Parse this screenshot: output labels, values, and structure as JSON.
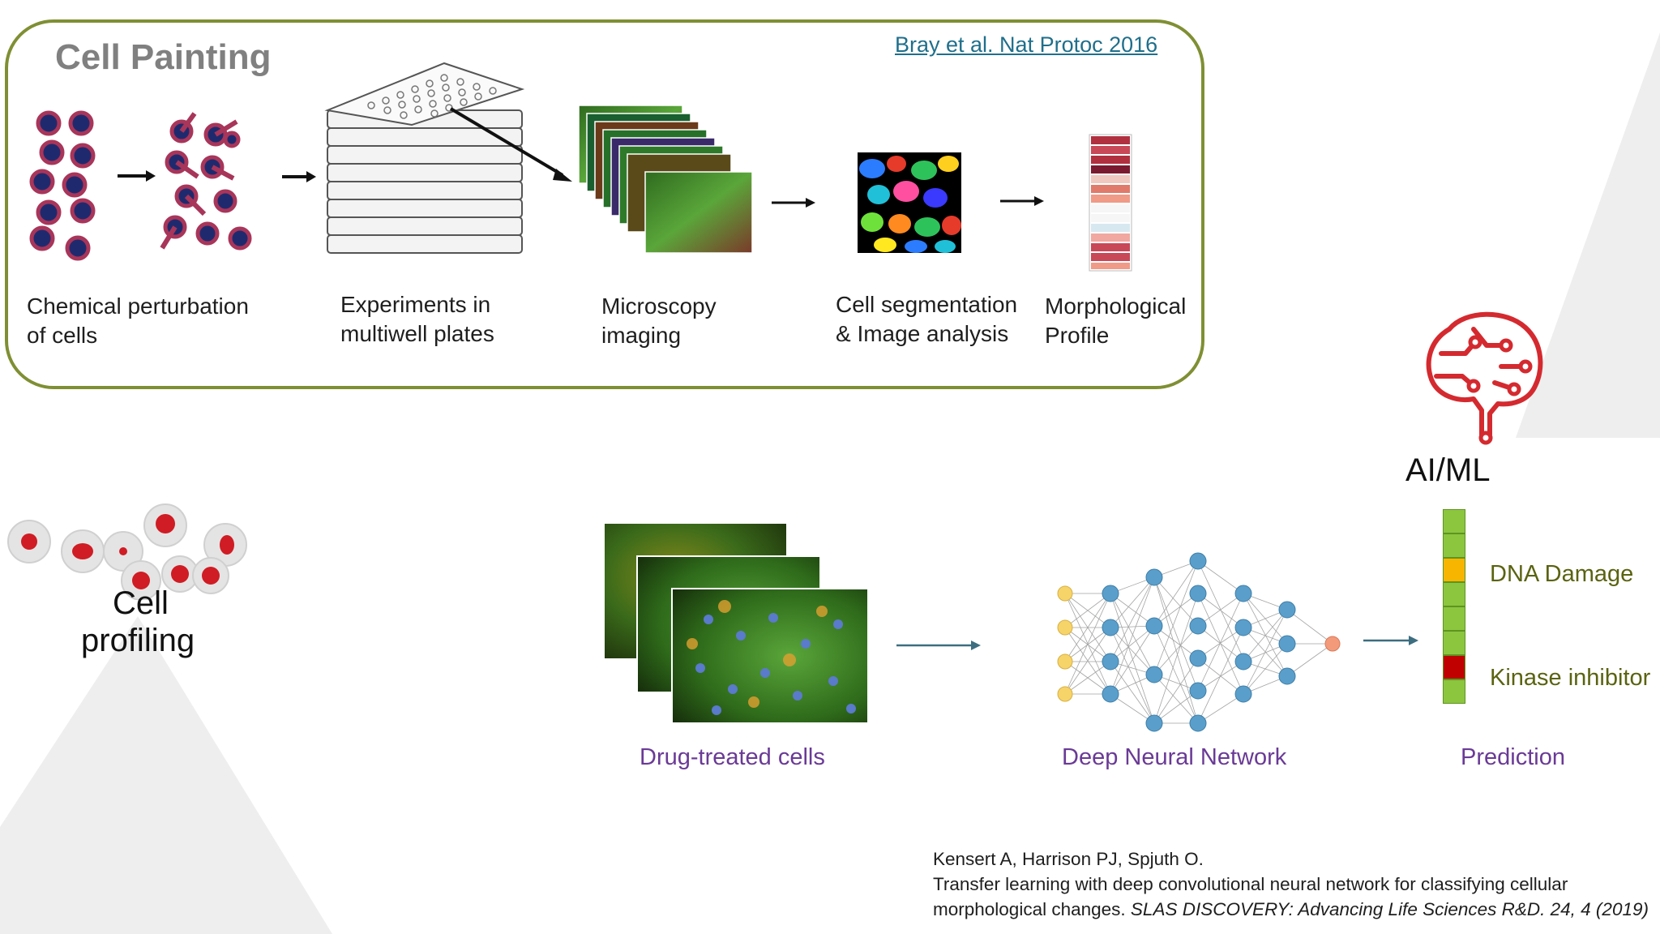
{
  "panel": {
    "title": "Cell Painting",
    "reference": "Bray et al. Nat Protoc 2016",
    "steps": [
      {
        "line1": "Chemical perturbation",
        "line2": "of cells"
      },
      {
        "line1": "Experiments in",
        "line2": "multiwell plates"
      },
      {
        "line1": "Microscopy",
        "line2": "imaging"
      },
      {
        "line1": "Cell segmentation",
        "line2": "& Image analysis"
      },
      {
        "line1": "Morphological",
        "line2": "Profile"
      }
    ]
  },
  "cell_profiling": {
    "line1": "Cell",
    "line2": "profiling"
  },
  "ai_label": "AI/ML",
  "pipeline": {
    "input_label": "Drug-treated cells",
    "model_label": "Deep Neural Network",
    "output_label": "Prediction"
  },
  "prediction": {
    "classes": [
      "DNA Damage",
      "Kinase inhibitor"
    ],
    "colors": {
      "cell": "#8cc63f",
      "dna_damage": "#f7b500",
      "kinase_inhibitor": "#c00000"
    }
  },
  "citation": {
    "authors": "Kensert A, Harrison PJ, Spjuth O.",
    "title_line1": "Transfer learning with deep convolutional neural network for classifying cellular",
    "title_line2": "morphological changes.",
    "journal": "SLAS DISCOVERY: Advancing Life Sciences R&D. 24, 4 (2019)"
  },
  "colors": {
    "panel_border": "#7f8f33",
    "reference_link": "#1f6f8b",
    "accent_purple": "#6a3a96",
    "accent_olive": "#5a6310",
    "brain_red": "#d42a2f"
  }
}
